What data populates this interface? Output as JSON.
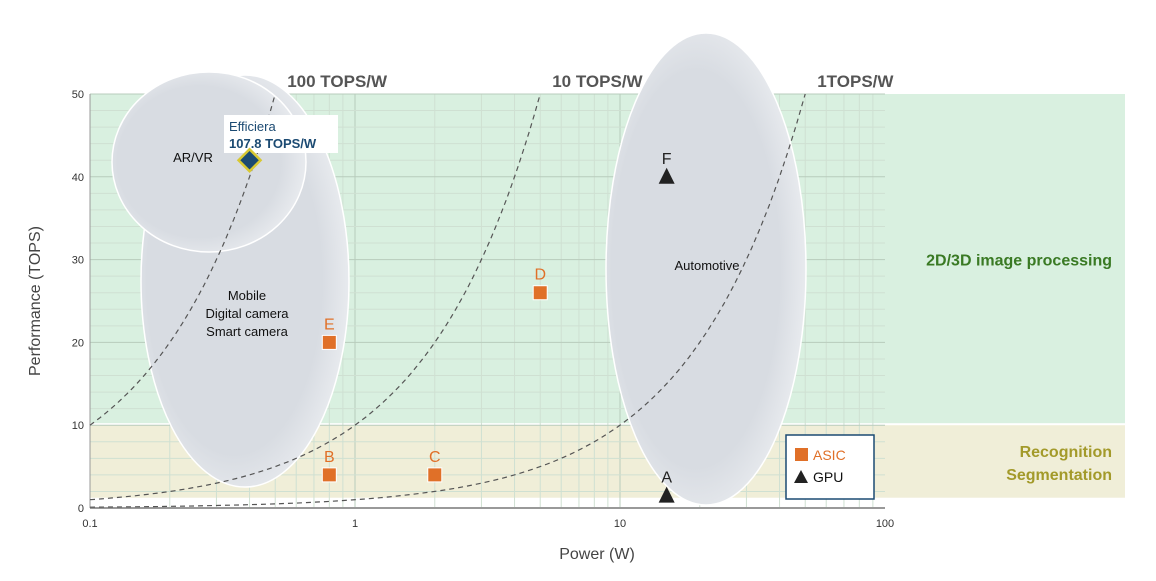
{
  "chart_data": {
    "type": "scatter",
    "title": "",
    "xlabel": "Power (W)",
    "ylabel": "Performance (TOPS)",
    "xscale": "log",
    "xlim": [
      0.1,
      100
    ],
    "ylim": [
      0,
      50
    ],
    "xticks": [
      "0.1",
      "1",
      "10",
      "100"
    ],
    "yticks": [
      "0",
      "10",
      "20",
      "30",
      "40",
      "50"
    ],
    "grid": true,
    "bands": [
      {
        "label_lines": [
          "2D/3D image processing"
        ],
        "y_range": [
          10,
          50
        ],
        "fill": "#d9f0e0",
        "label_color": "#3a7a24"
      },
      {
        "label_lines": [
          "Recognition",
          "Segmentation"
        ],
        "y_range": [
          1,
          10
        ],
        "fill": "#f0eed8",
        "label_color": "#a39a2a"
      }
    ],
    "efficiency_lines": [
      {
        "label": "100 TOPS/W",
        "tops_per_w": 100
      },
      {
        "label": "10 TOPS/W",
        "tops_per_w": 10
      },
      {
        "label": "1TOPS/W",
        "tops_per_w": 1
      }
    ],
    "regions": [
      {
        "label_lines": [
          "Mobile",
          "Digital camera",
          "Smart camera"
        ]
      },
      {
        "label_lines": [
          "AR/VR"
        ]
      },
      {
        "label_lines": [
          "Automotive"
        ]
      }
    ],
    "series": [
      {
        "name": "ASIC",
        "marker": "square",
        "color": "#e07028",
        "points": [
          {
            "label": "B",
            "x": 0.8,
            "y": 4
          },
          {
            "label": "C",
            "x": 2,
            "y": 4
          },
          {
            "label": "D",
            "x": 5,
            "y": 26
          },
          {
            "label": "E",
            "x": 0.8,
            "y": 20
          }
        ]
      },
      {
        "name": "GPU",
        "marker": "triangle",
        "color": "#222222",
        "points": [
          {
            "label": "A",
            "x": 15,
            "y": 1.5
          },
          {
            "label": "F",
            "x": 15,
            "y": 40
          }
        ]
      }
    ],
    "highlight": {
      "name": "Efficiera",
      "value_label": "107.8 TOPS/W",
      "x": 0.4,
      "y": 42,
      "color": "#1b4a72",
      "border": "#d8c832"
    },
    "legend": {
      "position": "bottom-right",
      "entries": [
        "ASIC",
        "GPU"
      ]
    }
  }
}
